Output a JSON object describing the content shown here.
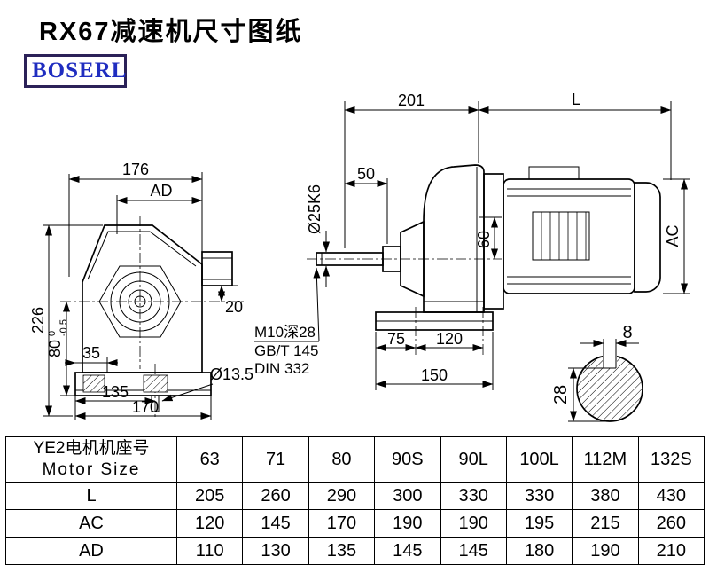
{
  "page": {
    "title": "RX67减速机尺寸图纸",
    "logo_text": "BOSERL",
    "colors": {
      "logo_text_blue": "#1f2dc0",
      "logo_border_navy": "#2b2158",
      "drawing_line": "#000000",
      "background": "#ffffff"
    }
  },
  "front_view": {
    "dim_width_top": "176",
    "dim_ad_label": "AD",
    "dim_total_height": "226",
    "dim_shaft_height": "80",
    "dim_shaft_height_tol_upper": "0",
    "dim_shaft_height_tol_lower": "-0.5",
    "dim_foot_offset": "35",
    "dim_foot_hole_span": "135",
    "dim_base_width": "170",
    "dim_flange_offset": "20",
    "dim_foot_hole_dia": "Ø13.5"
  },
  "side_view": {
    "dim_gear_length": "201",
    "dim_motor_length_label": "L",
    "dim_shaft_length": "50",
    "dim_shaft_dia": "Ø25K6",
    "dim_center_offset": "60",
    "dim_motor_height_label": "AC",
    "note_tap": "M10深28",
    "note_gb": "GB/T 145",
    "note_din": "DIN 332",
    "dim_foot_front": "75",
    "dim_foot_span": "120",
    "dim_base_length": "150"
  },
  "section_view": {
    "dim_key_width": "8",
    "dim_key_depth": "28"
  },
  "table": {
    "header": {
      "motor_label_cn": "YE2电机机座号",
      "motor_label_en": "Motor Size",
      "sizes": [
        "63",
        "71",
        "80",
        "90S",
        "90L",
        "100L",
        "112M",
        "132S"
      ]
    },
    "rows": [
      {
        "label": "L",
        "values": [
          "205",
          "260",
          "290",
          "300",
          "330",
          "330",
          "380",
          "430"
        ]
      },
      {
        "label": "AC",
        "values": [
          "120",
          "145",
          "170",
          "190",
          "190",
          "195",
          "215",
          "260"
        ]
      },
      {
        "label": "AD",
        "values": [
          "110",
          "130",
          "135",
          "145",
          "145",
          "180",
          "190",
          "210"
        ]
      }
    ]
  }
}
